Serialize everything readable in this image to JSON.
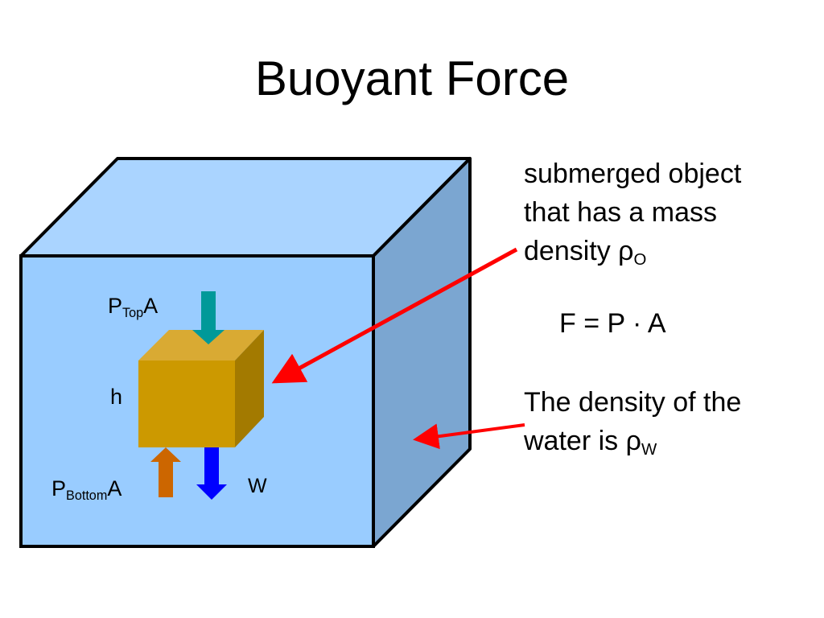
{
  "slide": {
    "title": "Buoyant Force"
  },
  "labels": {
    "p_top_main": "P",
    "p_top_sub": "Top",
    "p_top_suffix": "A",
    "h": "h",
    "p_bottom_main": "P",
    "p_bottom_sub": "Bottom",
    "p_bottom_suffix": "A",
    "w": "W"
  },
  "notes": {
    "object_line1": "submerged object",
    "object_line2": "that has a mass",
    "object_line3_text": "density ρ",
    "object_line3_sub": "O",
    "formula": "F = P · A",
    "water_line1": "The density of the",
    "water_line2_text": "water is ρ",
    "water_line2_sub": "W"
  },
  "colors": {
    "water_front": "#99ccff",
    "water_top": "#aad4ff",
    "water_side": "#7ba6d1",
    "block_front": "#cc9900",
    "block_top": "#d9aa33",
    "block_side": "#a37a00",
    "arrow_top": "#009999",
    "arrow_bottom": "#cc6600",
    "arrow_weight": "#0000ff",
    "pointer": "#ff0000"
  }
}
